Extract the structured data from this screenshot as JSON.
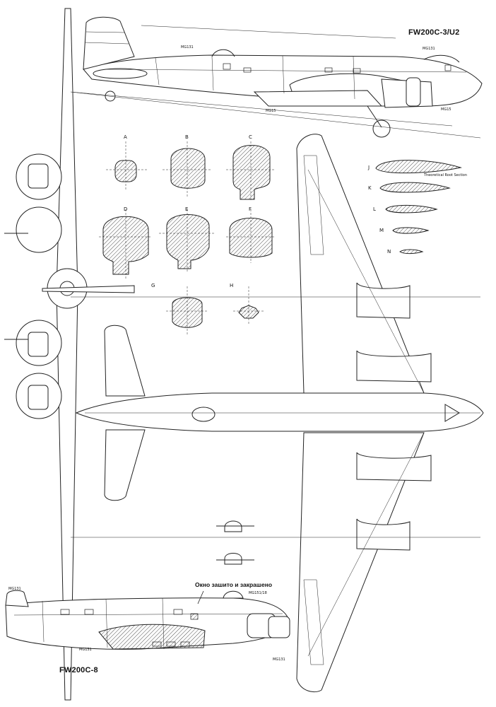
{
  "titles": {
    "top_variant": "FW200C-3/U2",
    "bottom_variant": "FW200C-8"
  },
  "annotation_ru": "Окно зашито и закрашено",
  "root_section_note": "Theoretical Root Section",
  "fuselage_sections": [
    "A",
    "B",
    "C",
    "D",
    "E",
    "F",
    "G",
    "H"
  ],
  "wing_sections": [
    "J",
    "K",
    "L",
    "M",
    "N"
  ],
  "gun_labels": {
    "top_dorsal": "MG131",
    "top_nose": "MG131",
    "top_ventral": "MG15",
    "top_chin": "MG15",
    "bottom_tail": "MG131",
    "bottom_turret": "MG151/18",
    "bottom_ventral": "MG131",
    "bottom_nose": "MG131"
  }
}
